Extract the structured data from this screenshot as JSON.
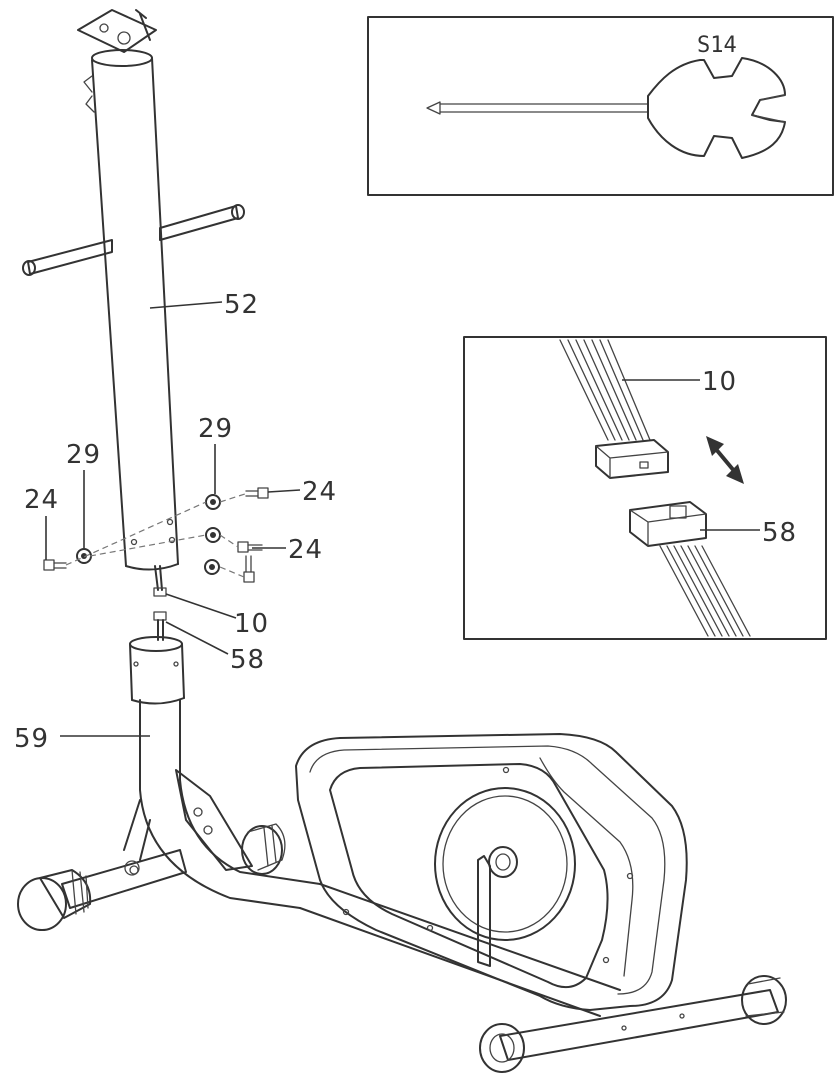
{
  "callouts": {
    "tool": "S14",
    "connector_inset_10": "10",
    "connector_inset_58": "58",
    "tube": "52",
    "washer_left": "29",
    "washer_right": "29",
    "bolt_left": "24",
    "bolt_right_top": "24",
    "bolt_right_bottom": "24",
    "cable_upper": "10",
    "cable_lower": "58",
    "frame_post": "59"
  }
}
